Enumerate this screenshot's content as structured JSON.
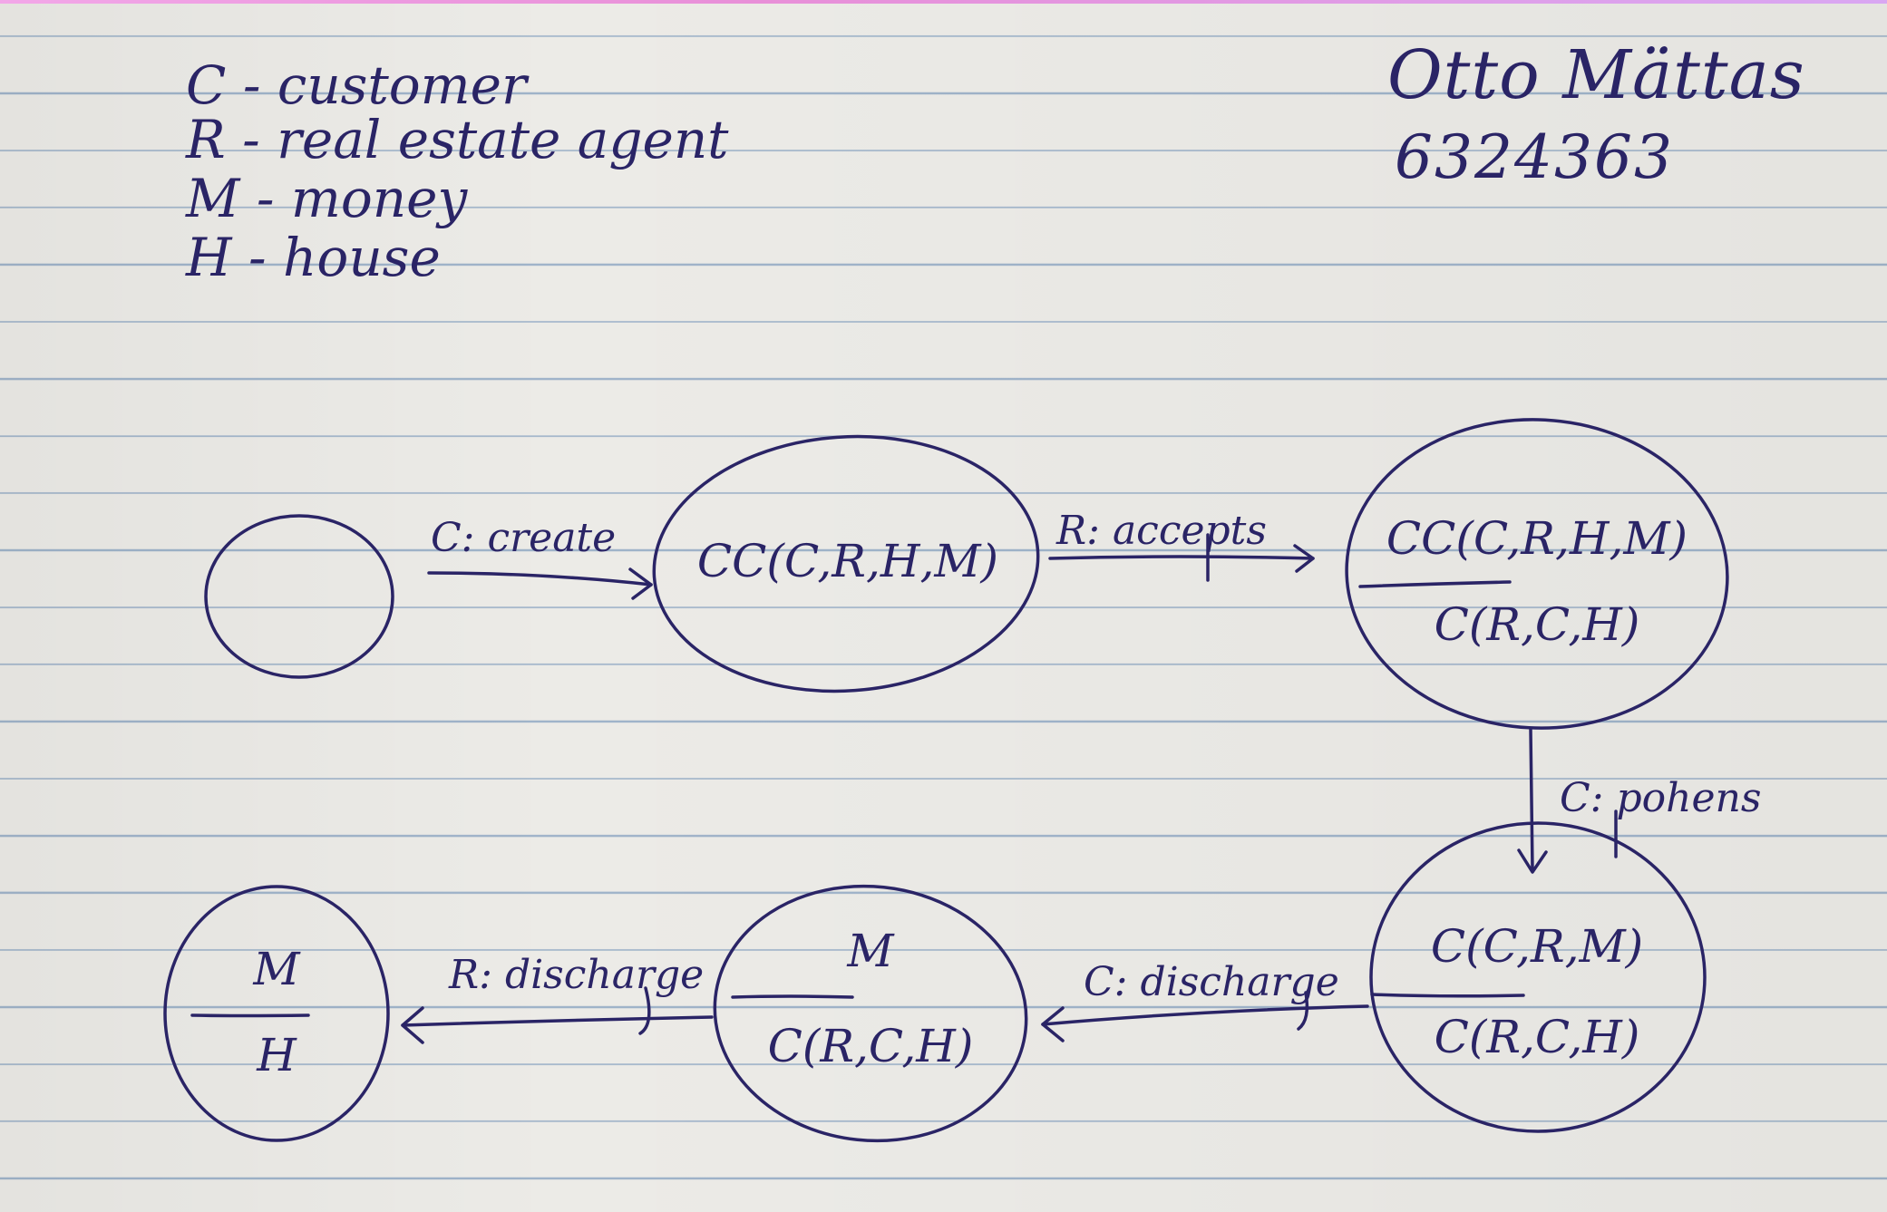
{
  "legend": {
    "items": [
      {
        "text": "C - customer"
      },
      {
        "text": "R - real estate agent"
      },
      {
        "text": "M - money"
      },
      {
        "text": "H - house"
      }
    ]
  },
  "author": {
    "name": "Otto Mättas",
    "id": "6324363"
  },
  "states": {
    "s0": {
      "top": "",
      "bottom": ""
    },
    "s1": {
      "top": "CC(C,R,H,M)",
      "bottom": ""
    },
    "s2": {
      "top": "CC(C,R,H,M)",
      "bottom": "C(R,C,H)"
    },
    "s3": {
      "top": "C(C,R,M)",
      "bottom": "C(R,C,H)"
    },
    "s4": {
      "top": "M",
      "bottom": "C(R,C,H)"
    },
    "s5": {
      "top": "M",
      "bottom": "H"
    }
  },
  "transitions": {
    "t1": "C: create",
    "t2": "R: accepts",
    "t3": "C: pohens",
    "t4": "C: discharge",
    "t5": "R: discharge"
  },
  "colors": {
    "ink": "#2a2466",
    "paper": "#ecebe7",
    "ruling": "#9fb3c9",
    "top-margin": "#e88fd8"
  }
}
